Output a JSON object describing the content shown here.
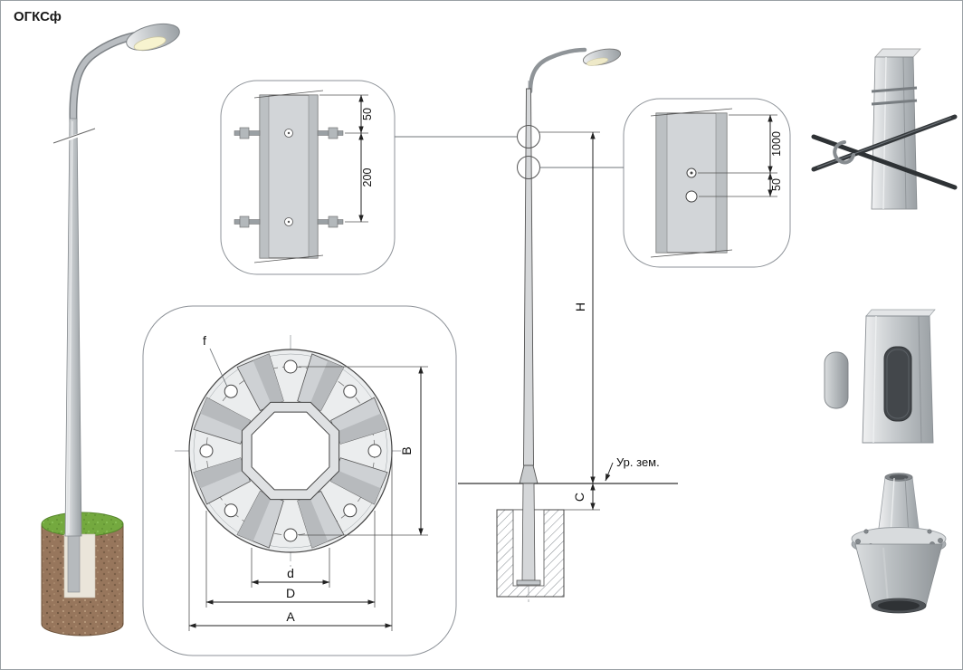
{
  "title": "ОГКСф",
  "detail_plate_top": {
    "dim_edge_to_hole": "50",
    "dim_hole_spacing": "200"
  },
  "detail_plate_right": {
    "dim_section_length": "1000",
    "dim_hole_spacing": "50"
  },
  "flange_plan": {
    "hole_diameter_label": "f",
    "bolt_span_label": "B",
    "inner_diameter_label": "d",
    "bolt_circle_label": "D",
    "outer_diameter_label": "A"
  },
  "elevation": {
    "height_label": "H",
    "reveal_label": "C",
    "ground_level_label": "Ур. зем."
  },
  "colors": {
    "metal_light": "#f0f1f2",
    "metal_mid": "#c6cacd",
    "metal_dark": "#9aa0a4",
    "drawing_line": "#444444",
    "dimension_line": "#222222",
    "soil": "#97765c",
    "grass": "#74a93f"
  }
}
